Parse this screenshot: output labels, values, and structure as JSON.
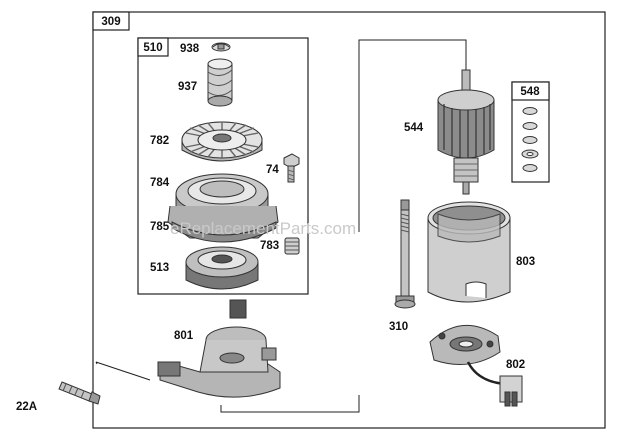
{
  "watermark": "eReplacementParts.com",
  "assembly_label": "309",
  "kit_labels": {
    "drive_kit": "510",
    "washer_kit": "548"
  },
  "part_labels": {
    "p938": "938",
    "p937": "937",
    "p782": "782",
    "p74": "74",
    "p784": "784",
    "p785": "785",
    "p783": "783",
    "p513": "513",
    "p544": "544",
    "p803": "803",
    "p310": "310",
    "p801": "801",
    "p802": "802",
    "p22a": "22A"
  }
}
